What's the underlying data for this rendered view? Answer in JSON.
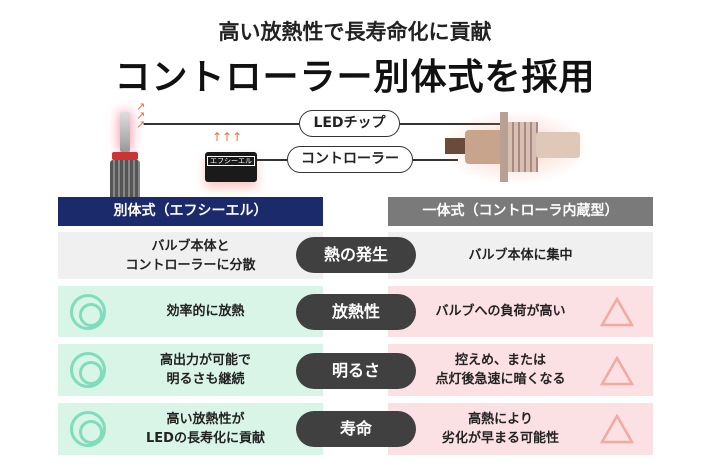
{
  "subtitle": "高い放熱性で長寿命化に貢献",
  "title": "コントローラー別体式を採用",
  "labels": {
    "led_chip": "LEDチップ",
    "controller": "コントローラー",
    "controller_box_logo": "エフシーエル"
  },
  "headers": {
    "left": "別体式（エフシーエル）",
    "right": "一体式（コントローラ内蔵型）"
  },
  "colors": {
    "left_header": "#1b2a6b",
    "right_header": "#7a7a7a",
    "left_bg": "#d8f5e8",
    "right_bg": "#fbe0e4",
    "gray_bg": "#f0f0f0",
    "pill": "#404040"
  },
  "rows": [
    {
      "category": "熱の発生",
      "left": "バルブ本体と\nコントローラーに分散",
      "right": "バルブ本体に集中",
      "left_mark": "",
      "right_mark": ""
    },
    {
      "category": "放熱性",
      "left": "効率的に放熱",
      "right": "バルブへの負荷が高い",
      "left_mark": "double-circle",
      "right_mark": "triangle"
    },
    {
      "category": "明るさ",
      "left": "高出力が可能で\n明るさも継続",
      "right": "控えめ、または\n点灯後急速に暗くなる",
      "left_mark": "double-circle",
      "right_mark": "triangle"
    },
    {
      "category": "寿命",
      "left": "高い放熱性が\nLEDの長寿化に貢献",
      "right": "高熱により\n劣化が早まる可能性",
      "left_mark": "double-circle",
      "right_mark": "triangle"
    }
  ]
}
